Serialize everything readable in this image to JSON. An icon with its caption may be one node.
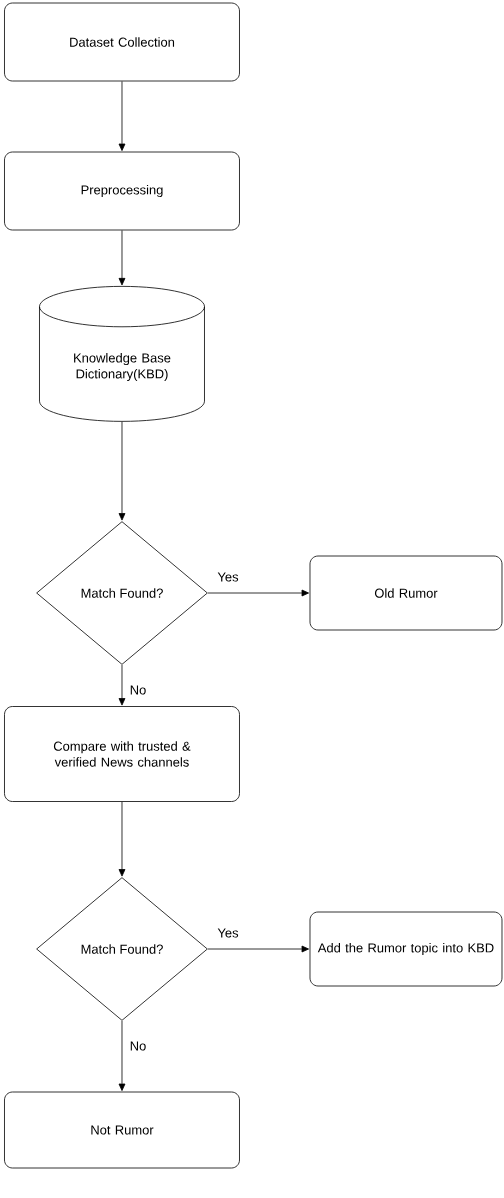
{
  "diagram": {
    "nodes": [
      {
        "text": [
          "Dataset Collection"
        ]
      },
      {
        "text": [
          "Preprocessing"
        ]
      },
      {
        "text": [
          "Knowledge Base Dictionary(KBD)"
        ]
      },
      {
        "text": [
          "Match Found?"
        ]
      },
      {
        "text": [
          "Old Rumor"
        ]
      },
      {
        "text": [
          "Compare with trusted & verified News channels"
        ]
      },
      {
        "text": [
          "Match Found?"
        ]
      },
      {
        "text": [
          "Add the Rumor topic into KBD"
        ]
      },
      {
        "text": [
          "Not Rumor"
        ]
      }
    ],
    "edges": [
      {
        "from": 0,
        "to": 1,
        "arrow": "to"
      },
      {
        "from": 1,
        "to": 2,
        "arrow": "to"
      },
      {
        "from": 2,
        "to": 3,
        "arrow": "to"
      },
      {
        "from": 3,
        "to": 4,
        "arrow": "to",
        "label": "Yes"
      },
      {
        "from": 3,
        "to": 5,
        "arrow": "to",
        "label": "No"
      },
      {
        "from": 5,
        "to": 6,
        "arrow": "to"
      },
      {
        "from": 6,
        "to": 7,
        "arrow": "to",
        "label": "Yes"
      },
      {
        "from": 6,
        "to": 8,
        "arrow": "to",
        "label": "No"
      }
    ]
  }
}
